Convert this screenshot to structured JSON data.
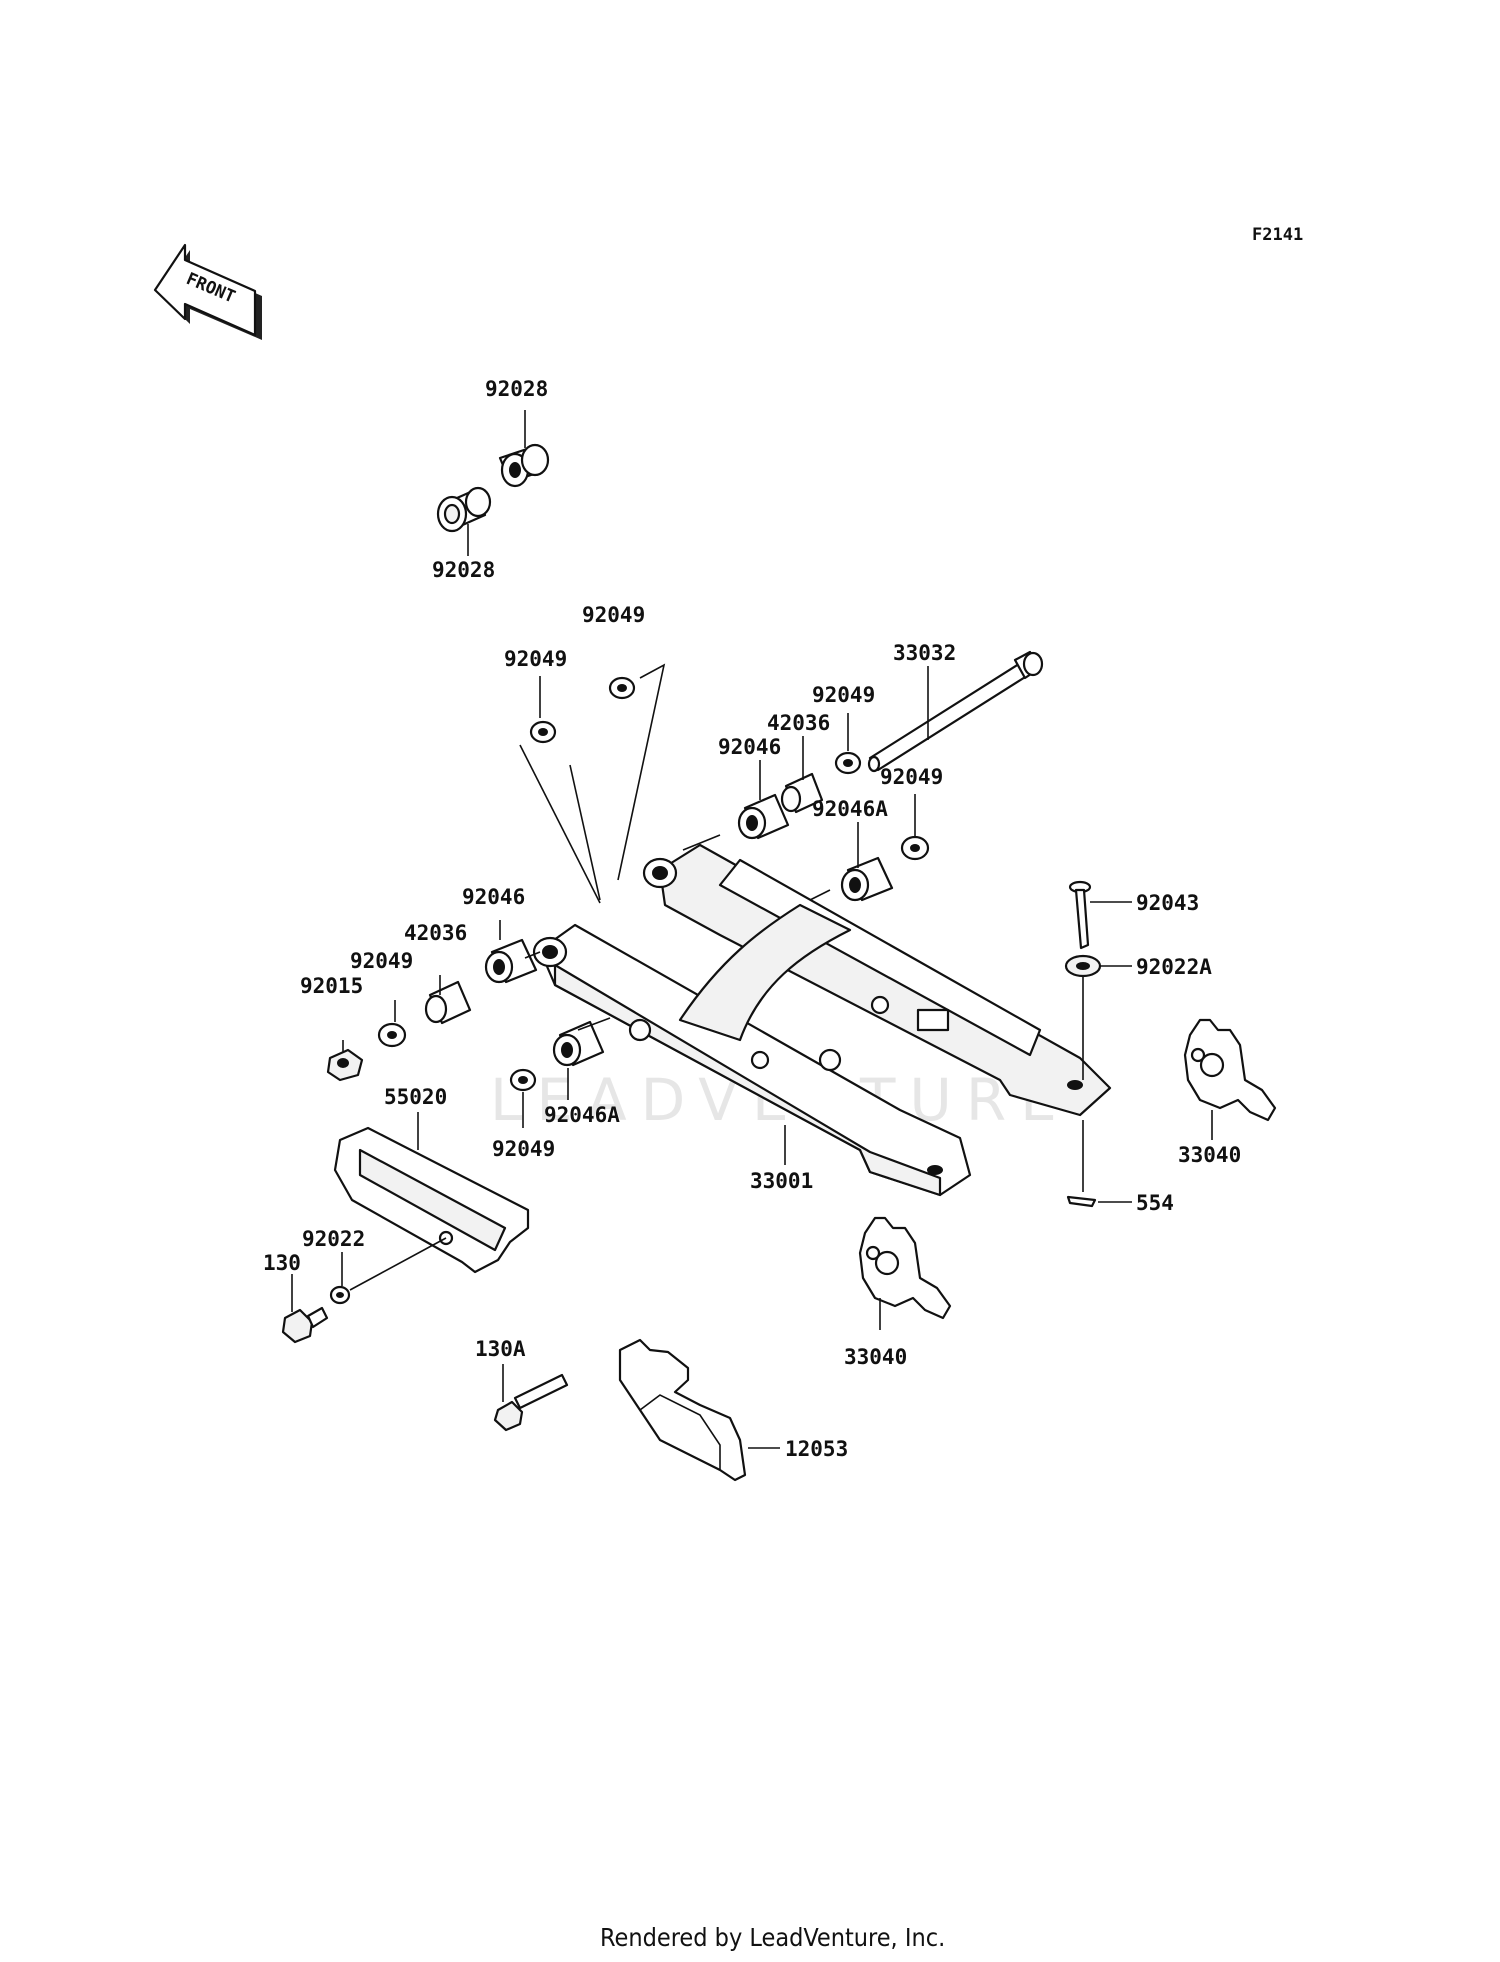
{
  "diagram_id": "F2141",
  "orientation_label": "FRONT",
  "watermark": "LEADVENTURE",
  "footer": "Rendered by LeadVenture, Inc.",
  "callouts": {
    "c01": "92028",
    "c02": "92028",
    "c03": "92049",
    "c04": "92049",
    "c05": "33032",
    "c06": "92049",
    "c07": "42036",
    "c08": "92046",
    "c09": "92049",
    "c10": "92046A",
    "c11": "92043",
    "c12": "92022A",
    "c13": "92046",
    "c14": "42036",
    "c15": "92049",
    "c16": "92015",
    "c17": "92046A",
    "c18": "92049",
    "c19": "55020",
    "c20": "33001",
    "c21": "33040",
    "c22": "554",
    "c23": "92022",
    "c24": "130",
    "c25": "33040",
    "c26": "130A",
    "c27": "12053"
  }
}
